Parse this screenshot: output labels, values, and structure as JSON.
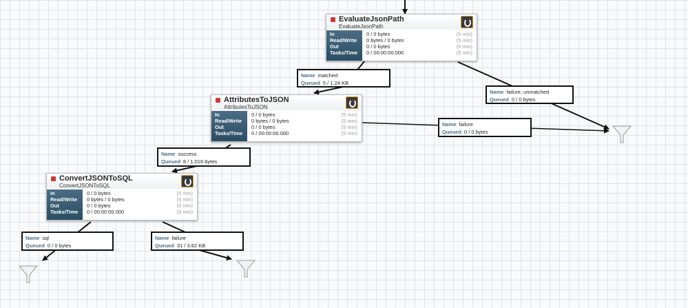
{
  "processors": [
    {
      "name": "EvaluateJsonPath",
      "type": "EvaluateJsonPath",
      "stats": [
        {
          "label": "In",
          "value": "0 / 0 bytes",
          "window": "(5 min)"
        },
        {
          "label": "Read/Write",
          "value": "0 bytes / 0 bytes",
          "window": "(5 min)"
        },
        {
          "label": "Out",
          "value": "0 / 0 bytes",
          "window": "(5 min)"
        },
        {
          "label": "Tasks/Time",
          "value": "0 / 00:00:00.000",
          "window": "(5 min)"
        }
      ]
    },
    {
      "name": "AttributesToJSON",
      "type": "AttributesToJSON",
      "stats": [
        {
          "label": "In",
          "value": "0 / 0 bytes",
          "window": "(5 min)"
        },
        {
          "label": "Read/Write",
          "value": "0 bytes / 0 bytes",
          "window": "(5 min)"
        },
        {
          "label": "Out",
          "value": "0 / 0 bytes",
          "window": "(5 min)"
        },
        {
          "label": "Tasks/Time",
          "value": "0 / 00:00:00.000",
          "window": "(5 min)"
        }
      ]
    },
    {
      "name": "ConvertJSONToSQL",
      "type": "ConvertJSONToSQL",
      "stats": [
        {
          "label": "In",
          "value": "0 / 0 bytes",
          "window": "(5 min)"
        },
        {
          "label": "Read/Write",
          "value": "0 bytes / 0 bytes",
          "window": "(5 min)"
        },
        {
          "label": "Out",
          "value": "0 / 0 bytes",
          "window": "(5 min)"
        },
        {
          "label": "Tasks/Time",
          "value": "0 / 00:00:00.000",
          "window": "(5 min)"
        }
      ]
    }
  ],
  "connection_keys": {
    "name": "Name",
    "queued": "Queued"
  },
  "connections": [
    {
      "name": "matched",
      "queued": "5 / 1.24 KB"
    },
    {
      "name": "failure, unmatched",
      "queued": "0 / 0 bytes"
    },
    {
      "name": "failure",
      "queued": "0 / 0 bytes"
    },
    {
      "name": "success",
      "queued": "8 / 1,016 bytes"
    },
    {
      "name": "sql",
      "queued": "0 / 0 bytes"
    },
    {
      "name": "failure",
      "queued": "31 / 3.82 KB"
    }
  ],
  "colors": {
    "header_label_bg": "#2b4d63",
    "stopped_indicator": "#c73c3c",
    "connection_key": "#4d6e86",
    "canvas_bg": "#f9fafb",
    "grid": "#dfe3e8"
  },
  "icons": {
    "processor_icon": "processor-badge-icon",
    "stopped": "stopped-square-icon",
    "funnel": "funnel-icon"
  }
}
